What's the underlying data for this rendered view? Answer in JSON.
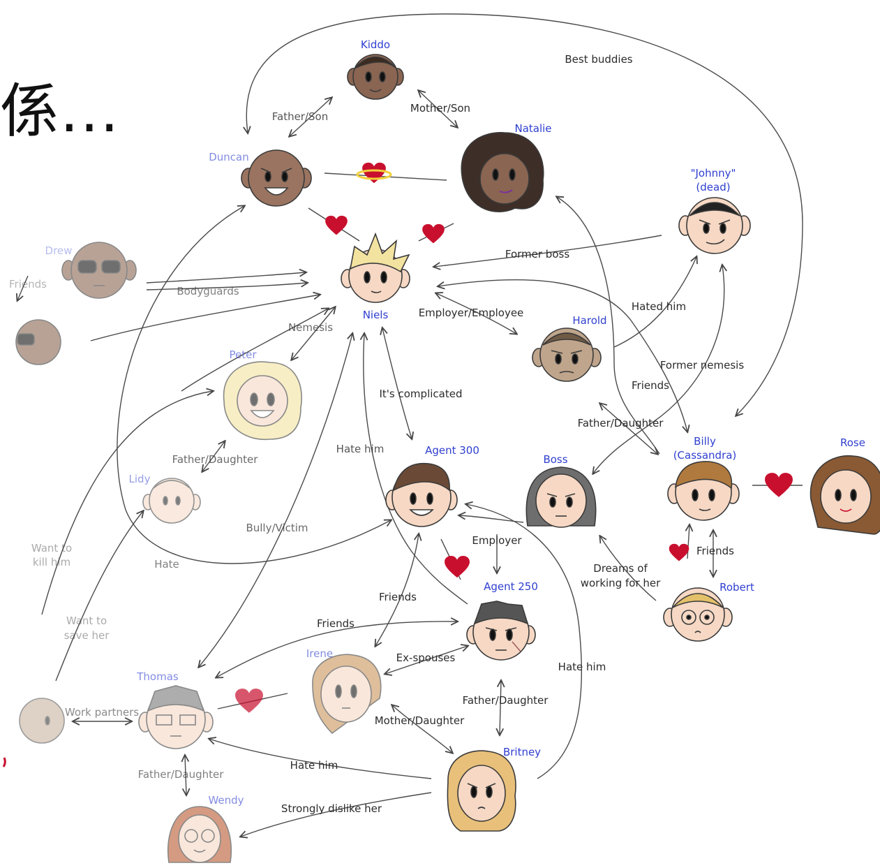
{
  "title_fragment": "係...",
  "characters": {
    "kiddo": "Kiddo",
    "natalie": "Natalie",
    "duncan": "Duncan",
    "johnny": "\"Johnny\"",
    "johnny_note": "(dead)",
    "drew": "Drew",
    "niels": "Niels",
    "harold": "Harold",
    "peter": "Peter",
    "lidy": "Lidy",
    "agent300": "Agent 300",
    "boss": "Boss",
    "billy": "Billy",
    "billy_note": "(Cassandra)",
    "rose": "Rose",
    "robert": "Robert",
    "agent250": "Agent 250",
    "irene": "Irene",
    "thomas": "Thomas",
    "britney": "Britney",
    "wendy": "Wendy"
  },
  "relations": {
    "best_buddies": "Best buddies",
    "father_son": "Father/Son",
    "mother_son": "Mother/Son",
    "former_boss": "Former boss",
    "bodyguards": "Bodyguards",
    "friends_drew": "Friends",
    "nemesis": "Nemesis",
    "employer_employee": "Employer/Employee",
    "hated_him": "Hated him",
    "former_nemesis": "Former nemesis",
    "friends_harold": "Friends",
    "its_complicated": "It's complicated",
    "father_daughter_boss": "Father/Daughter",
    "father_daughter_peter": "Father/Daughter",
    "hate_him_agent300": "Hate him",
    "bully_victim": "Bully/Victim",
    "want_to_kill_1": "Want to",
    "want_to_kill_2": "kill him",
    "hate": "Hate",
    "employer": "Employer",
    "friends_billy_robert": "Friends",
    "dreams_1": "Dreams of",
    "dreams_2": "working for her",
    "want_to_save_1": "Want to",
    "want_to_save_2": "save her",
    "friends_agent300_irene": "Friends",
    "friends_thomas_agent250": "Friends",
    "ex_spouses": "Ex-spouses",
    "hate_him_britney": "Hate him",
    "work_partners": "Work partners",
    "father_daughter_agent250": "Father/Daughter",
    "mother_daughter": "Mother/Daughter",
    "hate_him_thomas": "Hate him",
    "father_daughter_thomas": "Father/Daughter",
    "strongly_dislike": "Strongly dislike her"
  },
  "colors": {
    "name_blue": "#2f3fcf",
    "line": "#4a4a4a",
    "heart": "#c8102e",
    "skin_light": "#f6d8c4",
    "skin_dark": "#8a6552"
  }
}
